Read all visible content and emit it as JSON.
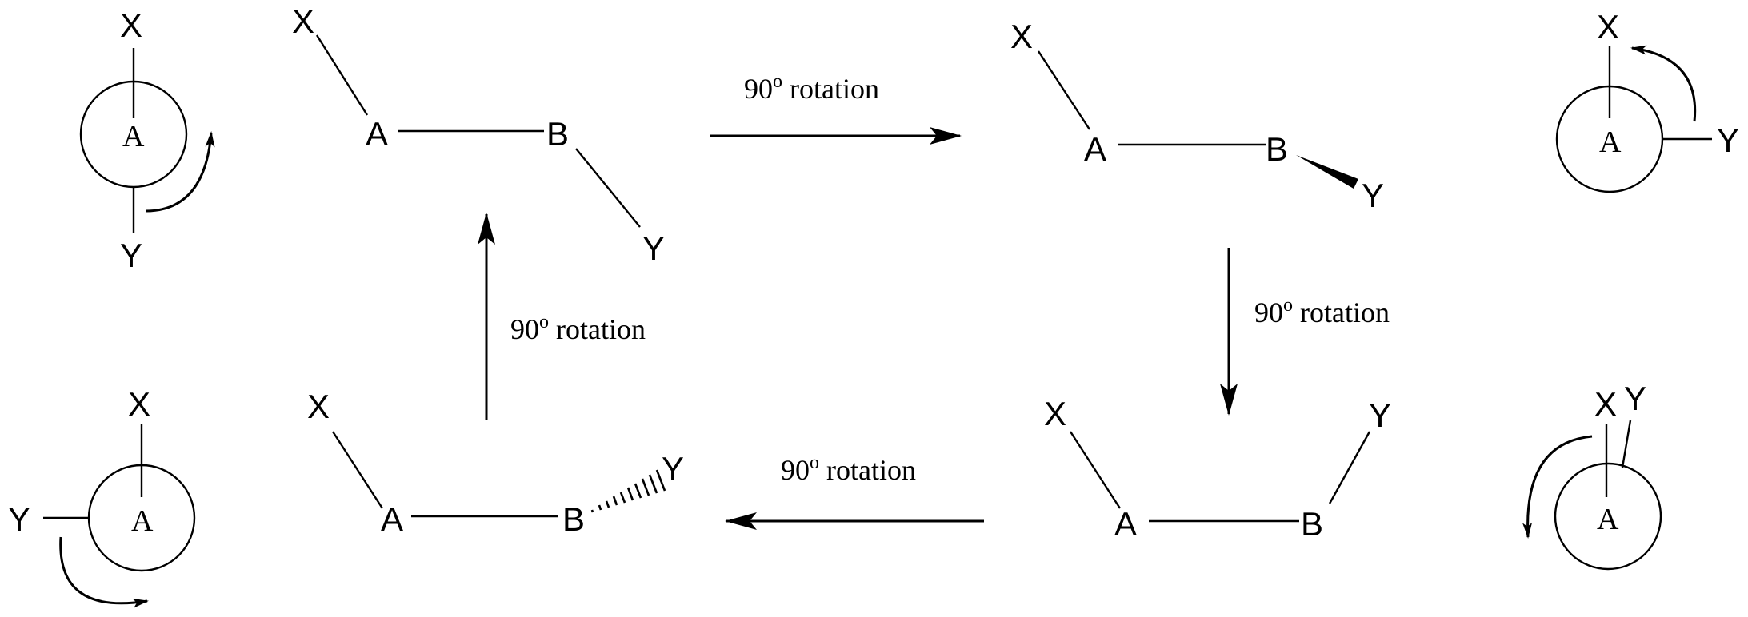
{
  "atoms": {
    "x": "X",
    "y": "Y",
    "a": "A",
    "b": "B"
  },
  "captions": {
    "top": "90",
    "right": "90",
    "bottom": "90",
    "left": "90",
    "degree_mark": "o",
    "word": " rotation"
  },
  "icons": {
    "rotation_arrow": "curved-rotation-arrow-icon",
    "reaction_arrow": "straight-arrow-icon"
  },
  "colors": {
    "ink": "#000000",
    "background": "#ffffff"
  }
}
